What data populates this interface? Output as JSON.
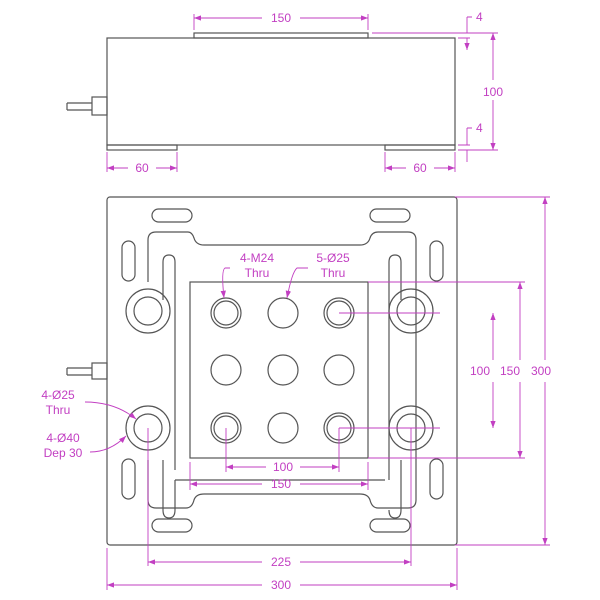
{
  "colors": {
    "dimension": "#c23fc2",
    "outline": "#555555"
  },
  "side_view": {
    "top_pad_width": "150",
    "top_pad_thickness": "4",
    "height": "100",
    "bottom_pad_thickness": "4",
    "left_foot_width": "60",
    "right_foot_width": "60"
  },
  "plan_view": {
    "callout_m24": [
      "4-M24",
      "Thru"
    ],
    "callout_5d25": [
      "5-Ø25",
      "Thru"
    ],
    "callout_4d25": [
      "4-Ø25",
      "Thru"
    ],
    "callout_4d40": [
      "4-Ø40",
      "Dep 30"
    ],
    "hole_pitch_x": "100",
    "inner_width": "150",
    "mount_pitch": "225",
    "overall_width": "300",
    "hole_pitch_y": "100",
    "inner_height": "150",
    "overall_height": "300"
  }
}
